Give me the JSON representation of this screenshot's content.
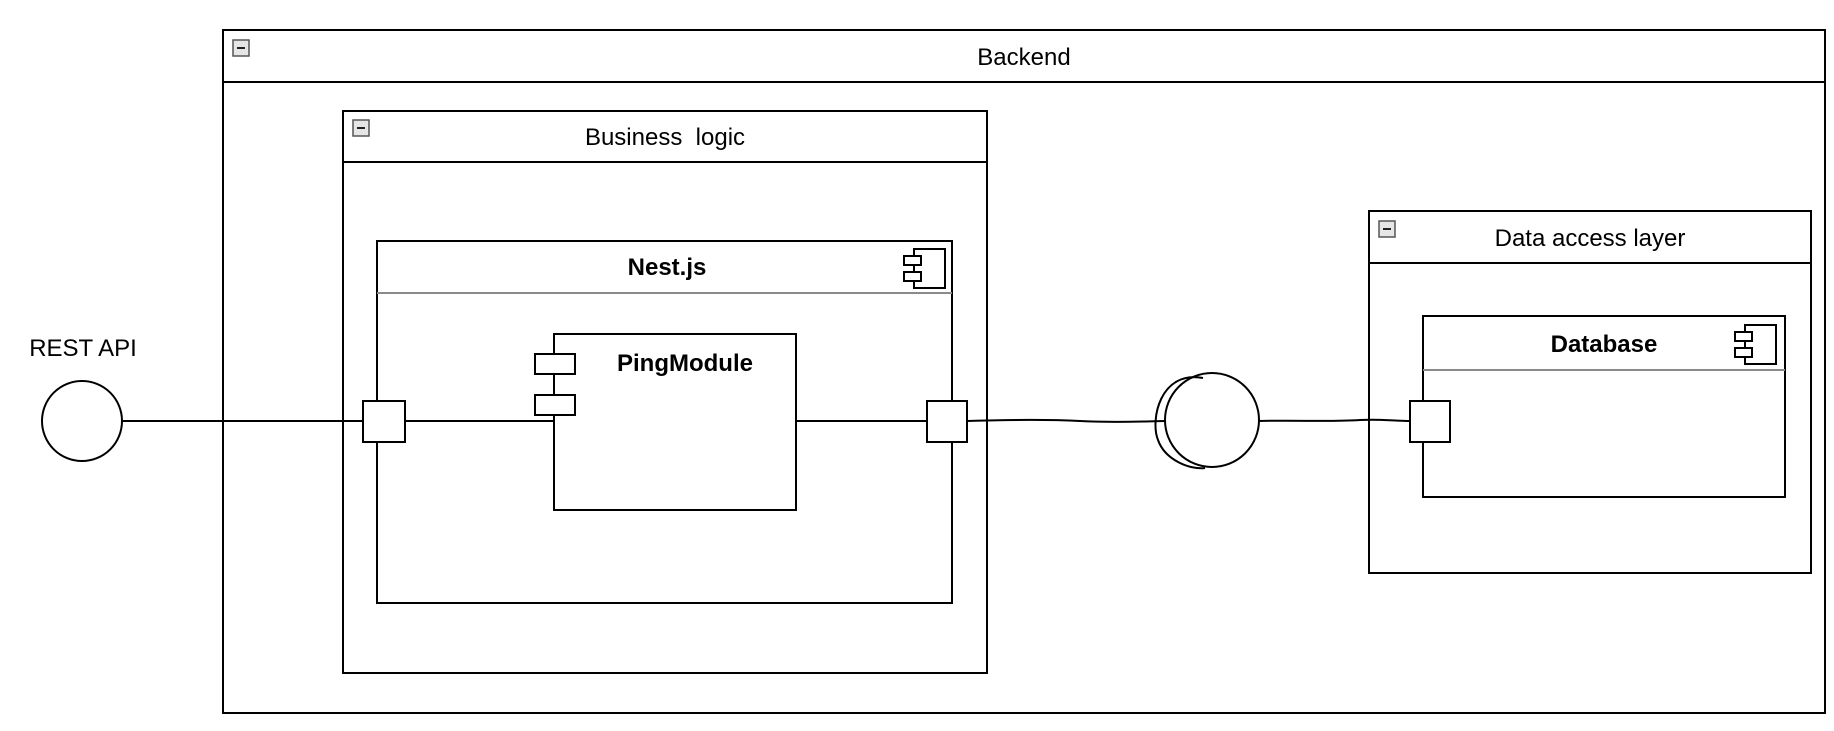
{
  "diagram": {
    "packages": {
      "backend": {
        "title": "Backend"
      },
      "business_logic": {
        "title": "Business  logic"
      },
      "data_access_layer": {
        "title": "Data access layer"
      }
    },
    "components": {
      "nestjs": {
        "name": "Nest.js"
      },
      "ping_module": {
        "name": "PingModule"
      },
      "database": {
        "name": "Database"
      }
    },
    "interfaces": {
      "rest_api": {
        "label": "REST API"
      }
    },
    "icons": {
      "collapse": "collapse-minus-icon",
      "component": "uml-component-icon"
    }
  }
}
